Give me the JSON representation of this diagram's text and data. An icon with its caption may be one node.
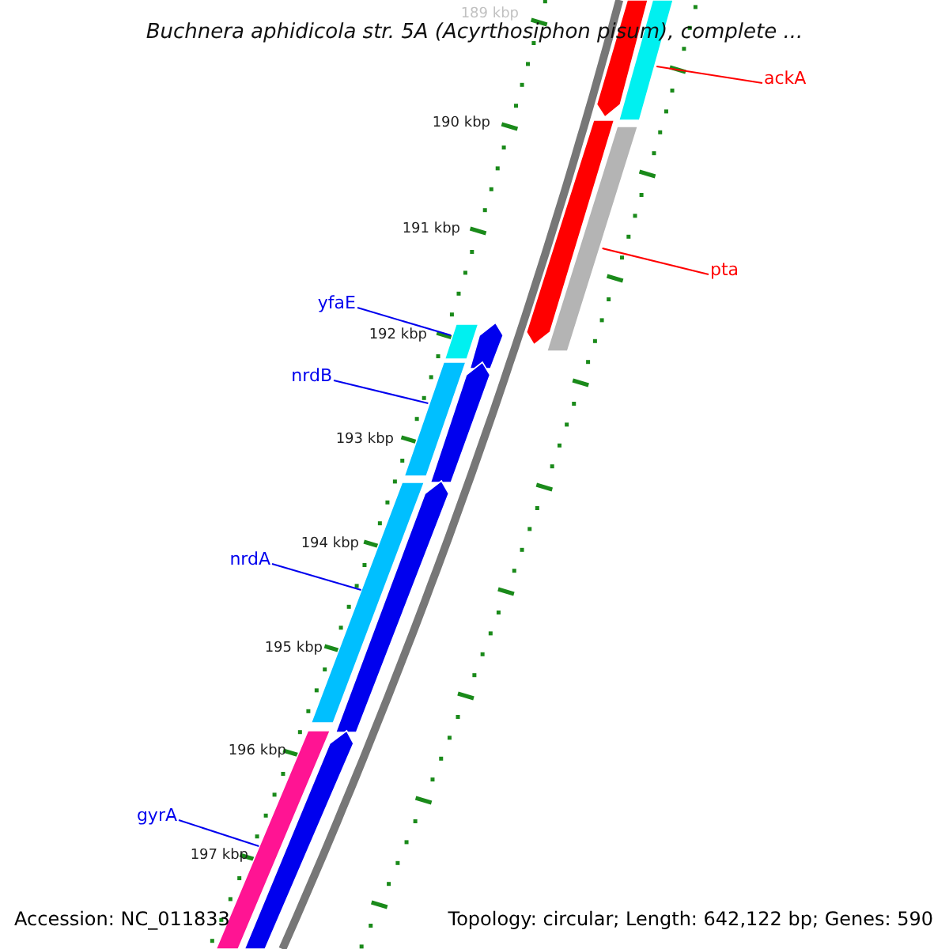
{
  "diagram": {
    "title": "Buchnera aphidicola str. 5A (Acyrthosiphon pisum), complete ...",
    "nodes": [
      {
        "text": [
          "ackA"
        ]
      },
      {
        "text": [
          "pta"
        ]
      },
      {
        "text": [
          "yfaE"
        ]
      },
      {
        "text": [
          "nrdB"
        ]
      },
      {
        "text": [
          "nrdA"
        ]
      },
      {
        "text": [
          "gyrA"
        ]
      },
      {
        "text": [],
        "shape": "bar"
      },
      {
        "text": [],
        "shape": "bar"
      },
      {
        "text": [],
        "shape": "bar"
      },
      {
        "text": [],
        "shape": "bar"
      },
      {
        "text": [],
        "shape": "bar"
      },
      {
        "text": [],
        "shape": "bar"
      },
      {
        "text": [],
        "shape": "bar"
      },
      {
        "text": [],
        "shape": "bar"
      },
      {
        "text": [],
        "shape": "bar"
      },
      {
        "text": [],
        "shape": "bar"
      },
      {
        "text": [],
        "shape": "bar"
      },
      {
        "text": [],
        "shape": "bar"
      }
    ],
    "edges": [
      {
        "from": 0,
        "to": 6,
        "arrow": "none",
        "color": "#ff0000"
      },
      {
        "from": 1,
        "to": 7,
        "arrow": "none",
        "color": "#ff0000"
      },
      {
        "from": 2,
        "to": 8,
        "arrow": "none"
      },
      {
        "from": 3,
        "to": 9,
        "arrow": "none"
      },
      {
        "from": 4,
        "to": 10,
        "arrow": "none"
      },
      {
        "from": 5,
        "to": 11,
        "arrow": "none"
      }
    ],
    "labels": [
      "189 kbp",
      "190 kbp",
      "191 kbp",
      "192 kbp",
      "193 kbp",
      "194 kbp",
      "195 kbp",
      "196 kbp",
      "197 kbp",
      "Accession: NC_011833",
      "Topology: circular; Length: 642,122 bp; Genes: 590"
    ]
  }
}
